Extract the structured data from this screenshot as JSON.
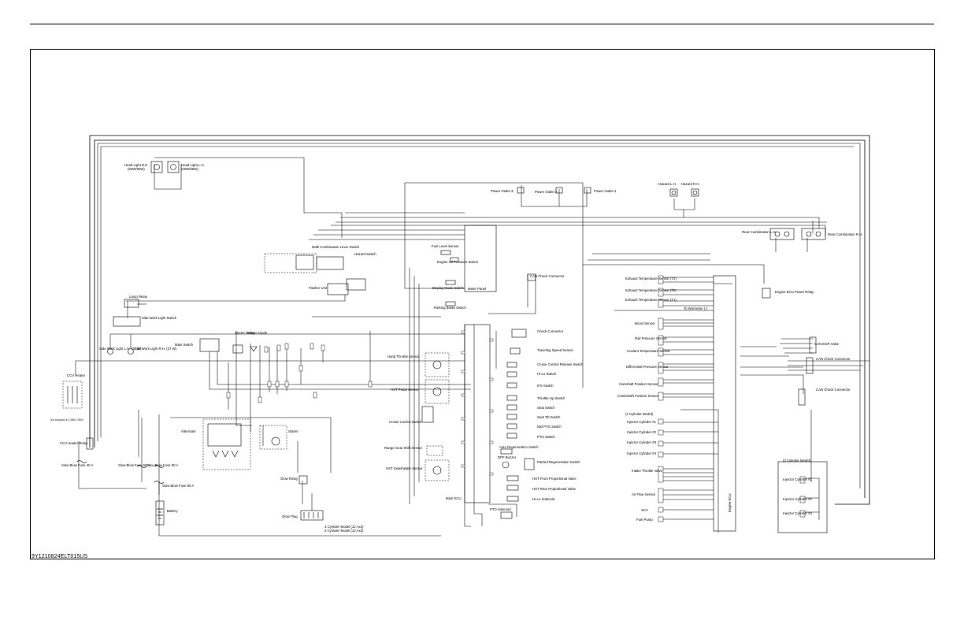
{
  "document": {
    "code": "9Y1210824ELT015US"
  },
  "labels": {
    "head_light_rh": "Head Light R.H.",
    "head_light_rh_spec": "(60W/55W)",
    "head_light_lh": "Head Light L.H.",
    "head_light_lh_spec": "(60W/55W)",
    "power_outlet_3": "Power Outlet 3",
    "power_outlet_2": "Power Outlet 2",
    "power_outlet_1": "Power Outlet 1",
    "hazard_lh": "Hazard L.H.",
    "hazard_rh": "Hazard R.H.",
    "rear_combination_lh": "Rear Combination L.H.",
    "rear_combination_rh": "Rear Combination R.H.",
    "multi_combination_lever_switch": "Multi Combination Lever Switch",
    "hazard_switch": "Hazard Switch",
    "flasher_unit": "Flasher Unit",
    "fuel_level_sensor": "Fuel Level Sensor",
    "engine_oil_pressure_switch": "Engine Oil Pressure Switch",
    "display_mode_switch": "Display Mode Switch",
    "meter_panel": "Meter Panel",
    "parking_brake_switch": "Parking Brake Switch",
    "can_check_connector": "CAN Check Connector",
    "lamp_relay": "Lamp Relay",
    "side_work_light_switch": "Side Work Light Switch",
    "main_switch": "Main Switch",
    "starter_relay": "Starter Relay",
    "starter_diode": "Starter Diode",
    "side_work_light_lh": "Side Work Light L.H. (27 W)",
    "side_work_light_rh": "Side Work Light R.H. (27 W)",
    "check_connector": "Check Connector",
    "traveling_speed_sensor": "Traveling Speed Sensor",
    "cruise_control_release_switch": "Cruise Control Release Switch",
    "hi_lo_switch": "Hi-Lo Switch",
    "hand_throttle_sensor": "Hand Throttle Sensor",
    "hst_pedal_sensor": "HST Pedal Sensor",
    "ifs_switch": "IFS Switch",
    "throttle_up_switch": "Throttle-Up Switch",
    "seat_switch": "Seat Switch",
    "seat_tilt_switch": "Seat Tilt Switch",
    "mid_pto_switch": "Mid PTO Switch",
    "pto_switch": "PTO Switch",
    "cruise_control_switch": "Cruise Control Switch",
    "range_gear_shift_sensor": "Range Gear Shift Sensor",
    "hst_swashplate_sensor": "HST Swashplate Sensor",
    "auto_regeneration_switch": "Auto Regeneration Switch",
    "dpf_buzzer": "DPF Buzzer",
    "parked_regeneration_switch": "Parked Regeneration Switch",
    "hst_front_proportional_valve": "HST Front Proportional Valve",
    "hst_rear_proportional_valve": "HST Rear Proportional Valve",
    "hi_lo_solenoid": "Hi-Lo Solenoid",
    "pto_solenoid": "PTO Solenoid",
    "main_ecu": "Main ECU",
    "alternator": "Alternator",
    "starter": "Starter",
    "ccv_heater": "CCV Heater",
    "not_equipped": "Not equipped in L3560 L3960",
    "ccv_heater_relay": "CCV Heater Relay",
    "slow_blow_fuse_40": "Slow Blow Fuse 40 A",
    "slow_blow_fuse_60": "Slow Blow Fuse 60 A",
    "slow_blow_fuse_50": "Slow Blow Fuse 50 A",
    "slow_blow_fuse_80": "Slow Blow Fuse 80 A",
    "battery": "Battery",
    "glow_relay": "Glow Relay",
    "glow_plug": "Glow Plug",
    "glow_plug_4cyl": "4 Cylinder Model (12 Ax4)",
    "glow_plug_3cyl": "3 Cylinder Model (12 Ax3)",
    "exhaust_temp_t2": "Exhaust Temperature Sensor (T2)",
    "exhaust_temp_t0": "Exhaust Temperature Sensor (T0)",
    "exhaust_temp_t1": "Exhaust Temperature Sensor (T1)",
    "to_wormeter": "To Wormeter (-)",
    "boost_sensor": "Boost Sensor",
    "rail_pressure_sensor": "Rail Pressure Sensor",
    "coolant_temperature_sensor": "Coolant Temperature Sensor",
    "differential_pressure_sensor": "Differential Pressure Sensor",
    "camshaft_position_sensor": "Camshaft Position Sensor",
    "crankshaft_position_sensor": "Crankshaft Position Sensor",
    "four_cylinder_model": "(4 Cylinder Model)",
    "injector_cyl1": "Injector Cylinder #1",
    "injector_cyl2": "Injector Cylinder #2",
    "injector_cyl3": "Injector Cylinder #3",
    "injector_cyl4": "Injector Cylinder #4",
    "intake_throttle_valve": "Intake Throttle Valve",
    "air_flow_sensor": "Air Flow Sensor",
    "scv": "SCV",
    "fuel_pump": "Fuel Pump",
    "engine_ecu": "Engine ECU",
    "engine_ecu_power_relay": "Engine ECU Power Relay",
    "can_egr_valve": "CAN EGR Valve",
    "can_check_connector_2": "CAN Check Connector",
    "can_check_connector_3": "CAN Check Connector",
    "three_cylinder_model": "(3 Cylinder Model)",
    "injector3_cyl1": "Injector Cylinder #1",
    "injector3_cyl2": "Injector Cylinder #2",
    "injector3_cyl3": "Injector Cylinder #3"
  }
}
